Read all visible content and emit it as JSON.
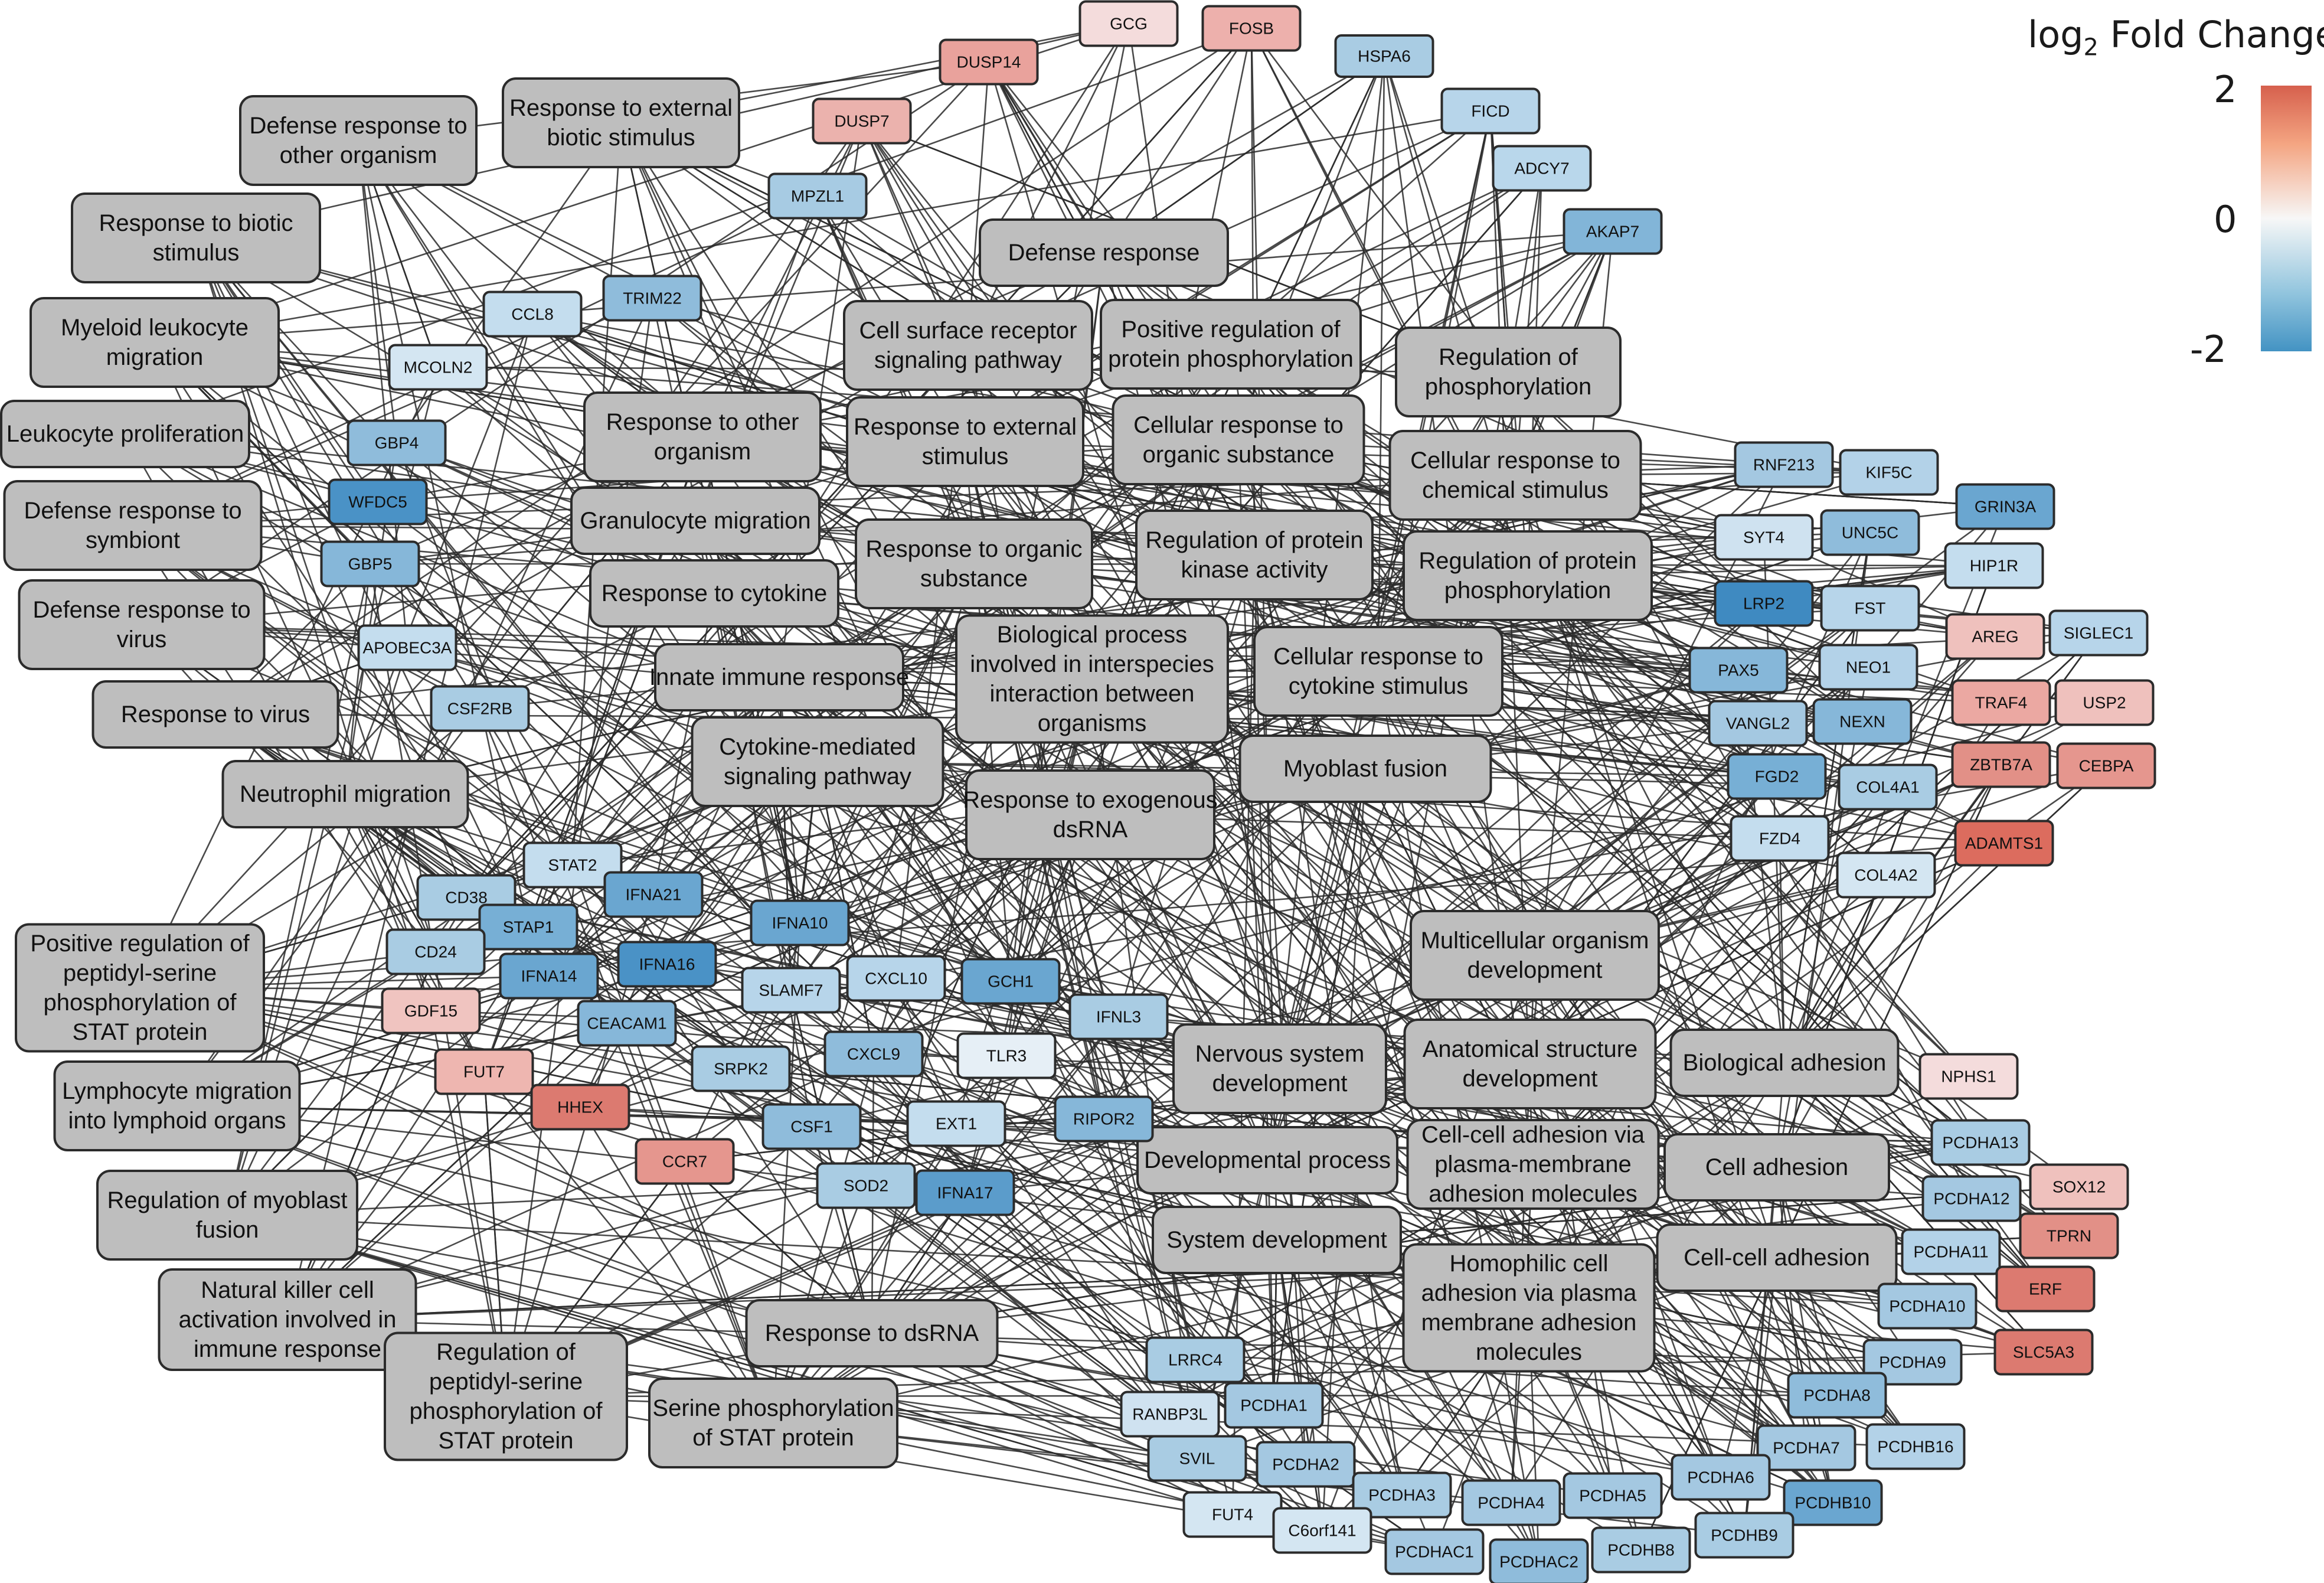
{
  "legend": {
    "title_main": "log",
    "title_sub": "2",
    "title_rest": " Fold Change",
    "tick_max": "2",
    "tick_mid": "0",
    "tick_min": "-2",
    "colors": {
      "high": "#d6604d",
      "mid": "#f7f7f7",
      "low": "#4393c3"
    }
  },
  "terms": [
    {
      "id": "t_def_other",
      "lines": [
        "Defense response to",
        "other organism"
      ]
    },
    {
      "id": "t_ext_biotic",
      "lines": [
        "Response to external",
        "biotic stimulus"
      ]
    },
    {
      "id": "t_biotic",
      "lines": [
        "Response to biotic",
        "stimulus"
      ]
    },
    {
      "id": "t_myeloid",
      "lines": [
        "Myeloid leukocyte",
        "migration"
      ]
    },
    {
      "id": "t_leuk_prolif",
      "lines": [
        "Leukocyte proliferation"
      ]
    },
    {
      "id": "t_symbiont",
      "lines": [
        "Defense response to",
        "symbiont"
      ]
    },
    {
      "id": "t_def_virus",
      "lines": [
        "Defense response to",
        "virus"
      ]
    },
    {
      "id": "t_virus",
      "lines": [
        "Response to virus"
      ]
    },
    {
      "id": "t_neutro",
      "lines": [
        "Neutrophil migration"
      ]
    },
    {
      "id": "t_pos_stat",
      "lines": [
        "Positive regulation of",
        "peptidyl-serine",
        "phosphorylation of",
        "STAT protein"
      ]
    },
    {
      "id": "t_lymph",
      "lines": [
        "Lymphocyte migration",
        "into lymphoid organs"
      ]
    },
    {
      "id": "t_myoblast_reg",
      "lines": [
        "Regulation of myoblast",
        "fusion"
      ]
    },
    {
      "id": "t_nk",
      "lines": [
        "Natural killer cell",
        "activation involved in",
        "immune response"
      ]
    },
    {
      "id": "t_reg_stat",
      "lines": [
        "Regulation of",
        "peptidyl-serine",
        "phosphorylation of",
        "STAT protein"
      ]
    },
    {
      "id": "t_serine",
      "lines": [
        "Serine phosphorylation",
        "of STAT protein"
      ]
    },
    {
      "id": "t_dsrna",
      "lines": [
        "Response to dsRNA"
      ]
    },
    {
      "id": "t_defense",
      "lines": [
        "Defense response"
      ]
    },
    {
      "id": "t_csr",
      "lines": [
        "Cell surface receptor",
        "signaling pathway"
      ]
    },
    {
      "id": "t_pos_prot",
      "lines": [
        "Positive regulation of",
        "protein phosphorylation"
      ]
    },
    {
      "id": "t_reg_phos",
      "lines": [
        "Regulation of",
        "phosphorylation"
      ]
    },
    {
      "id": "t_other_org",
      "lines": [
        "Response to other",
        "organism"
      ]
    },
    {
      "id": "t_ext_stim",
      "lines": [
        "Response to external",
        "stimulus"
      ]
    },
    {
      "id": "t_cell_org",
      "lines": [
        "Cellular response to",
        "organic substance"
      ]
    },
    {
      "id": "t_cell_chem",
      "lines": [
        "Cellular response to",
        "chemical stimulus"
      ]
    },
    {
      "id": "t_granulo",
      "lines": [
        "Granulocyte migration"
      ]
    },
    {
      "id": "t_cytokine",
      "lines": [
        "Response to cytokine"
      ]
    },
    {
      "id": "t_organic",
      "lines": [
        "Response to organic",
        "substance"
      ]
    },
    {
      "id": "t_reg_kinase",
      "lines": [
        "Regulation of protein",
        "kinase activity"
      ]
    },
    {
      "id": "t_reg_prot",
      "lines": [
        "Regulation of protein",
        "phosphorylation"
      ]
    },
    {
      "id": "t_innate",
      "lines": [
        "Innate immune response"
      ]
    },
    {
      "id": "t_bio_proc",
      "lines": [
        "Biological process",
        "involved in interspecies",
        "interaction between",
        "organisms"
      ]
    },
    {
      "id": "t_cell_cyto",
      "lines": [
        "Cellular response to",
        "cytokine stimulus"
      ]
    },
    {
      "id": "t_cyto_med",
      "lines": [
        "Cytokine-mediated",
        "signaling pathway"
      ]
    },
    {
      "id": "t_exo_dsrna",
      "lines": [
        "Response to exogenous",
        "dsRNA"
      ]
    },
    {
      "id": "t_myo_fusion",
      "lines": [
        "Myoblast fusion"
      ]
    },
    {
      "id": "t_multi",
      "lines": [
        "Multicellular organism",
        "development"
      ]
    },
    {
      "id": "t_nervous",
      "lines": [
        "Nervous system",
        "development"
      ]
    },
    {
      "id": "t_anat",
      "lines": [
        "Anatomical structure",
        "development"
      ]
    },
    {
      "id": "t_bio_adh",
      "lines": [
        "Biological adhesion"
      ]
    },
    {
      "id": "t_dev_proc",
      "lines": [
        "Developmental process"
      ]
    },
    {
      "id": "t_cc_plasma",
      "lines": [
        "Cell-cell adhesion via",
        "plasma-membrane",
        "adhesion molecules"
      ]
    },
    {
      "id": "t_cell_adh",
      "lines": [
        "Cell adhesion"
      ]
    },
    {
      "id": "t_sys_dev",
      "lines": [
        "System development"
      ]
    },
    {
      "id": "t_homo",
      "lines": [
        "Homophilic cell",
        "adhesion via plasma",
        "membrane adhesion",
        "molecules"
      ]
    },
    {
      "id": "t_cc_adh",
      "lines": [
        "Cell-cell adhesion"
      ]
    }
  ],
  "genes": [
    {
      "id": "GCG",
      "label": "GCG",
      "color": "#f4dcdc"
    },
    {
      "id": "FOSB",
      "label": "FOSB",
      "color": "#edb0ac"
    },
    {
      "id": "DUSP14",
      "label": "DUSP14",
      "color": "#e9a29c"
    },
    {
      "id": "HSPA6",
      "label": "HSPA6",
      "color": "#a9cce3"
    },
    {
      "id": "DUSP7",
      "label": "DUSP7",
      "color": "#ebb2ad"
    },
    {
      "id": "FICD",
      "label": "FICD",
      "color": "#b7d5ea"
    },
    {
      "id": "ADCY7",
      "label": "ADCY7",
      "color": "#b9d7eb"
    },
    {
      "id": "MPZL1",
      "label": "MPZL1",
      "color": "#a7cbe3"
    },
    {
      "id": "AKAP7",
      "label": "AKAP7",
      "color": "#82b5d8"
    },
    {
      "id": "CCL8",
      "label": "CCL8",
      "color": "#c4ddee"
    },
    {
      "id": "TRIM22",
      "label": "TRIM22",
      "color": "#8fbcdb"
    },
    {
      "id": "MCOLN2",
      "label": "MCOLN2",
      "color": "#d4e6f2"
    },
    {
      "id": "GBP4",
      "label": "GBP4",
      "color": "#8fbcdb"
    },
    {
      "id": "WFDC5",
      "label": "WFDC5",
      "color": "#4a92c6"
    },
    {
      "id": "GBP5",
      "label": "GBP5",
      "color": "#86b7d9"
    },
    {
      "id": "APOBEC3A",
      "label": "APOBEC3A",
      "color": "#c4ddee"
    },
    {
      "id": "CSF2RB",
      "label": "CSF2RB",
      "color": "#a9cce3"
    },
    {
      "id": "RNF213",
      "label": "RNF213",
      "color": "#a4c8e1"
    },
    {
      "id": "KIF5C",
      "label": "KIF5C",
      "color": "#b3d2e8"
    },
    {
      "id": "GRIN3A",
      "label": "GRIN3A",
      "color": "#6aa6d0"
    },
    {
      "id": "SYT4",
      "label": "SYT4",
      "color": "#cfe2f0"
    },
    {
      "id": "UNC5C",
      "label": "UNC5C",
      "color": "#8fbcdb"
    },
    {
      "id": "HIP1R",
      "label": "HIP1R",
      "color": "#c4ddee"
    },
    {
      "id": "LRP2",
      "label": "LRP2",
      "color": "#3f8ac1"
    },
    {
      "id": "FST",
      "label": "FST",
      "color": "#b7d5ea"
    },
    {
      "id": "AREG",
      "label": "AREG",
      "color": "#efc1bd"
    },
    {
      "id": "SIGLEC1",
      "label": "SIGLEC1",
      "color": "#b7d5ea"
    },
    {
      "id": "PAX5",
      "label": "PAX5",
      "color": "#86b7d9"
    },
    {
      "id": "NEO1",
      "label": "NEO1",
      "color": "#b3d2e8"
    },
    {
      "id": "TRAF4",
      "label": "TRAF4",
      "color": "#eba8a2"
    },
    {
      "id": "USP2",
      "label": "USP2",
      "color": "#efc1bd"
    },
    {
      "id": "VANGL2",
      "label": "VANGL2",
      "color": "#a4c8e1"
    },
    {
      "id": "NEXN",
      "label": "NEXN",
      "color": "#86b7d9"
    },
    {
      "id": "ZBTB7A",
      "label": "ZBTB7A",
      "color": "#e29087"
    },
    {
      "id": "CEBPA",
      "label": "CEBPA",
      "color": "#e5968e"
    },
    {
      "id": "FGD2",
      "label": "FGD2",
      "color": "#77afd5"
    },
    {
      "id": "COL4A1",
      "label": "COL4A1",
      "color": "#a9cce3"
    },
    {
      "id": "FZD4",
      "label": "FZD4",
      "color": "#c4ddee"
    },
    {
      "id": "ADAMTS1",
      "label": "ADAMTS1",
      "color": "#dc6c5e"
    },
    {
      "id": "COL4A2",
      "label": "COL4A2",
      "color": "#d4e6f2"
    },
    {
      "id": "STAT2",
      "label": "STAT2",
      "color": "#c4ddee"
    },
    {
      "id": "CD38",
      "label": "CD38",
      "color": "#a9cce3"
    },
    {
      "id": "IFNA21",
      "label": "IFNA21",
      "color": "#6aa6d0"
    },
    {
      "id": "STAP1",
      "label": "STAP1",
      "color": "#77afd5"
    },
    {
      "id": "IFNA10",
      "label": "IFNA10",
      "color": "#6aa6d0"
    },
    {
      "id": "CD24",
      "label": "CD24",
      "color": "#a9cce3"
    },
    {
      "id": "IFNA14",
      "label": "IFNA14",
      "color": "#6aa6d0"
    },
    {
      "id": "IFNA16",
      "label": "IFNA16",
      "color": "#4a92c6"
    },
    {
      "id": "SLAMF7",
      "label": "SLAMF7",
      "color": "#b7d5ea"
    },
    {
      "id": "CXCL10",
      "label": "CXCL10",
      "color": "#b7d5ea"
    },
    {
      "id": "GCH1",
      "label": "GCH1",
      "color": "#6aa6d0"
    },
    {
      "id": "GDF15",
      "label": "GDF15",
      "color": "#f0c4c0"
    },
    {
      "id": "CEACAM1",
      "label": "CEACAM1",
      "color": "#86b7d9"
    },
    {
      "id": "IFNL3",
      "label": "IFNL3",
      "color": "#a9cce3"
    },
    {
      "id": "FUT7",
      "label": "FUT7",
      "color": "#eeb6b0"
    },
    {
      "id": "SRPK2",
      "label": "SRPK2",
      "color": "#a9cce3"
    },
    {
      "id": "CXCL9",
      "label": "CXCL9",
      "color": "#8fbcdb"
    },
    {
      "id": "TLR3",
      "label": "TLR3",
      "color": "#e6eff6"
    },
    {
      "id": "HHEX",
      "label": "HHEX",
      "color": "#dc7a70"
    },
    {
      "id": "CSF1",
      "label": "CSF1",
      "color": "#8fbcdb"
    },
    {
      "id": "EXT1",
      "label": "EXT1",
      "color": "#c4ddee"
    },
    {
      "id": "RIPOR2",
      "label": "RIPOR2",
      "color": "#86b7d9"
    },
    {
      "id": "CCR7",
      "label": "CCR7",
      "color": "#e5968e"
    },
    {
      "id": "SOD2",
      "label": "SOD2",
      "color": "#a9cce3"
    },
    {
      "id": "IFNA17",
      "label": "IFNA17",
      "color": "#5b9ccb"
    },
    {
      "id": "NPHS1",
      "label": "NPHS1",
      "color": "#f4dcdc"
    },
    {
      "id": "PCDHA13",
      "label": "PCDHA13",
      "color": "#a9cce3"
    },
    {
      "id": "PCDHA12",
      "label": "PCDHA12",
      "color": "#a4c8e1"
    },
    {
      "id": "SOX12",
      "label": "SOX12",
      "color": "#efc1bd"
    },
    {
      "id": "TPRN",
      "label": "TPRN",
      "color": "#e29087"
    },
    {
      "id": "PCDHA11",
      "label": "PCDHA11",
      "color": "#b3d2e8"
    },
    {
      "id": "ERF",
      "label": "ERF",
      "color": "#dc7a70"
    },
    {
      "id": "PCDHA10",
      "label": "PCDHA10",
      "color": "#a4c8e1"
    },
    {
      "id": "SLC5A3",
      "label": "SLC5A3",
      "color": "#dc7a70"
    },
    {
      "id": "PCDHA9",
      "label": "PCDHA9",
      "color": "#a4c8e1"
    },
    {
      "id": "LRRC4",
      "label": "LRRC4",
      "color": "#a9cce3"
    },
    {
      "id": "PCDHA8",
      "label": "PCDHA8",
      "color": "#8fbcdb"
    },
    {
      "id": "RANBP3L",
      "label": "RANBP3L",
      "color": "#cfe2f0"
    },
    {
      "id": "PCDHA1",
      "label": "PCDHA1",
      "color": "#a4c8e1"
    },
    {
      "id": "PCDHA7",
      "label": "PCDHA7",
      "color": "#a4c8e1"
    },
    {
      "id": "PCDHB16",
      "label": "PCDHB16",
      "color": "#b3d2e8"
    },
    {
      "id": "SVIL",
      "label": "SVIL",
      "color": "#a9cce3"
    },
    {
      "id": "PCDHA2",
      "label": "PCDHA2",
      "color": "#a4c8e1"
    },
    {
      "id": "PCDHA6",
      "label": "PCDHA6",
      "color": "#a4c8e1"
    },
    {
      "id": "PCDHA3",
      "label": "PCDHA3",
      "color": "#a9cce3"
    },
    {
      "id": "PCDHA4",
      "label": "PCDHA4",
      "color": "#a4c8e1"
    },
    {
      "id": "PCDHA5",
      "label": "PCDHA5",
      "color": "#a4c8e1"
    },
    {
      "id": "PCDHB10",
      "label": "PCDHB10",
      "color": "#6aa6d0"
    },
    {
      "id": "FUT4",
      "label": "FUT4",
      "color": "#d4e6f2"
    },
    {
      "id": "C6orf141",
      "label": "C6orf141",
      "color": "#d4e6f2"
    },
    {
      "id": "PCDHAC1",
      "label": "PCDHAC1",
      "color": "#a4c8e1"
    },
    {
      "id": "PCDHAC2",
      "label": "PCDHAC2",
      "color": "#8fbcdb"
    },
    {
      "id": "PCDHB8",
      "label": "PCDHB8",
      "color": "#a9cce3"
    },
    {
      "id": "PCDHB9",
      "label": "PCDHB9",
      "color": "#a9cce3"
    }
  ]
}
